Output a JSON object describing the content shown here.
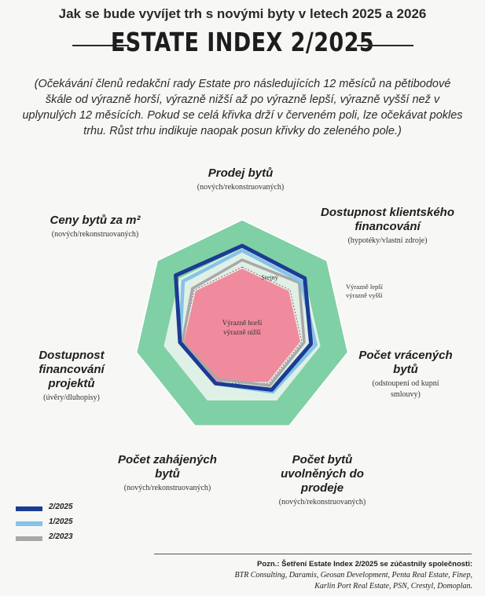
{
  "header": {
    "subtitle": "Jak se bude vyvíjet trh s novými byty v letech 2025 a 2026",
    "title": "ESTATE INDEX 2/2025"
  },
  "intro": "(Očekávání členů redakční rady Estate pro následujících 12 měsíců na pětibodové škále od výrazně horší, výrazně nižší až po výrazně lepší, výrazně vyšší než v uplynulých 12 měsících. Pokud se celá křivka drží v červeném poli, lze očekávat pokles trhu. Růst trhu indikuje naopak posun křivky do zeleného pole.)",
  "scale_labels": {
    "center_line1": "Výrazně horší",
    "center_line2": "výrazně nižší",
    "middle": "Stejný",
    "outer_line1": "Výrazně lepší",
    "outer_line2": "výrazně vyšší"
  },
  "axes": [
    {
      "title": "Prodej bytů",
      "sub": "(nových/rekonstruovaných)"
    },
    {
      "title": "Dostupnost klientského financování",
      "sub": "(hypotéky/vlastní zdroje)"
    },
    {
      "title": "Počet vrácených bytů",
      "sub": "(odstoupení od kupní smlouvy)"
    },
    {
      "title": "Počet bytů uvolněných do prodeje",
      "sub": "(nových/rekonstruovaných)"
    },
    {
      "title": "Počet zahájených bytů",
      "sub": "(nových/rekonstruovaných)"
    },
    {
      "title": "Dostupnost financování projektů",
      "sub": "(úvěry/dluhopisy)"
    },
    {
      "title": "Ceny bytů za m²",
      "sub": "(nových/rekonstruovaných)"
    }
  ],
  "legend": [
    {
      "label": "2/2025",
      "color": "#1c3b93"
    },
    {
      "label": "1/2025",
      "color": "#86c3e8"
    },
    {
      "label": "2/2023",
      "color": "#a8a8a8"
    }
  ],
  "note": {
    "heading": "Pozn.: Šetření Estate Index 2/2025 se zúčastnily společnosti:",
    "line1": "BTR Consulting, Daramis, Geosan Development, Penta Real Estate, Finep,",
    "line2": "Karlin Port Real Estate, PSN, Crestyl, Domoplan."
  },
  "colors": {
    "red_zone": "#f08b9d",
    "green_zone": "#7fd0a4",
    "neutral_zone": "#dff0e6"
  },
  "chart_data": {
    "type": "radar",
    "scale": {
      "min": 1,
      "max": 5,
      "middle": 3,
      "min_label": "Výrazně horší / výrazně nižší",
      "middle_label": "Stejný",
      "max_label": "Výrazně lepší / výrazně vyšší"
    },
    "categories": [
      "Prodej bytů",
      "Dostupnost klientského financování",
      "Počet vrácených bytů",
      "Počet bytů uvolněných do prodeje",
      "Počet zahájených bytů",
      "Dostupnost financování projektů",
      "Ceny bytů za m²"
    ],
    "series": [
      {
        "name": "2/2025",
        "values": [
          3.9,
          3.8,
          3.4,
          3.3,
          3.0,
          3.1,
          4.0
        ]
      },
      {
        "name": "1/2025",
        "values": [
          3.7,
          3.6,
          3.6,
          3.4,
          3.0,
          3.1,
          3.6
        ]
      },
      {
        "name": "2/2023",
        "values": [
          3.3,
          3.5,
          3.1,
          3.1,
          2.8,
          3.0,
          3.1
        ]
      }
    ]
  }
}
